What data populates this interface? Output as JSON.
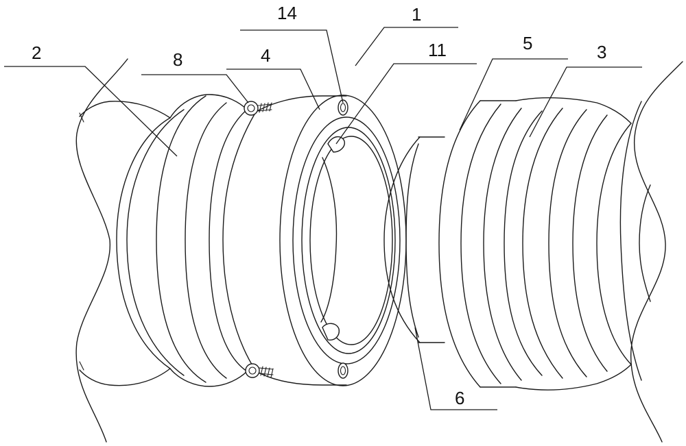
{
  "labels": [
    {
      "id": "label-1",
      "text": "1"
    },
    {
      "id": "label-2",
      "text": "2"
    },
    {
      "id": "label-3",
      "text": "3"
    },
    {
      "id": "label-4",
      "text": "4"
    },
    {
      "id": "label-5",
      "text": "5"
    },
    {
      "id": "label-6",
      "text": "6"
    },
    {
      "id": "label-8",
      "text": "8"
    },
    {
      "id": "label-11",
      "text": "11"
    },
    {
      "id": "label-14",
      "text": "14"
    }
  ]
}
